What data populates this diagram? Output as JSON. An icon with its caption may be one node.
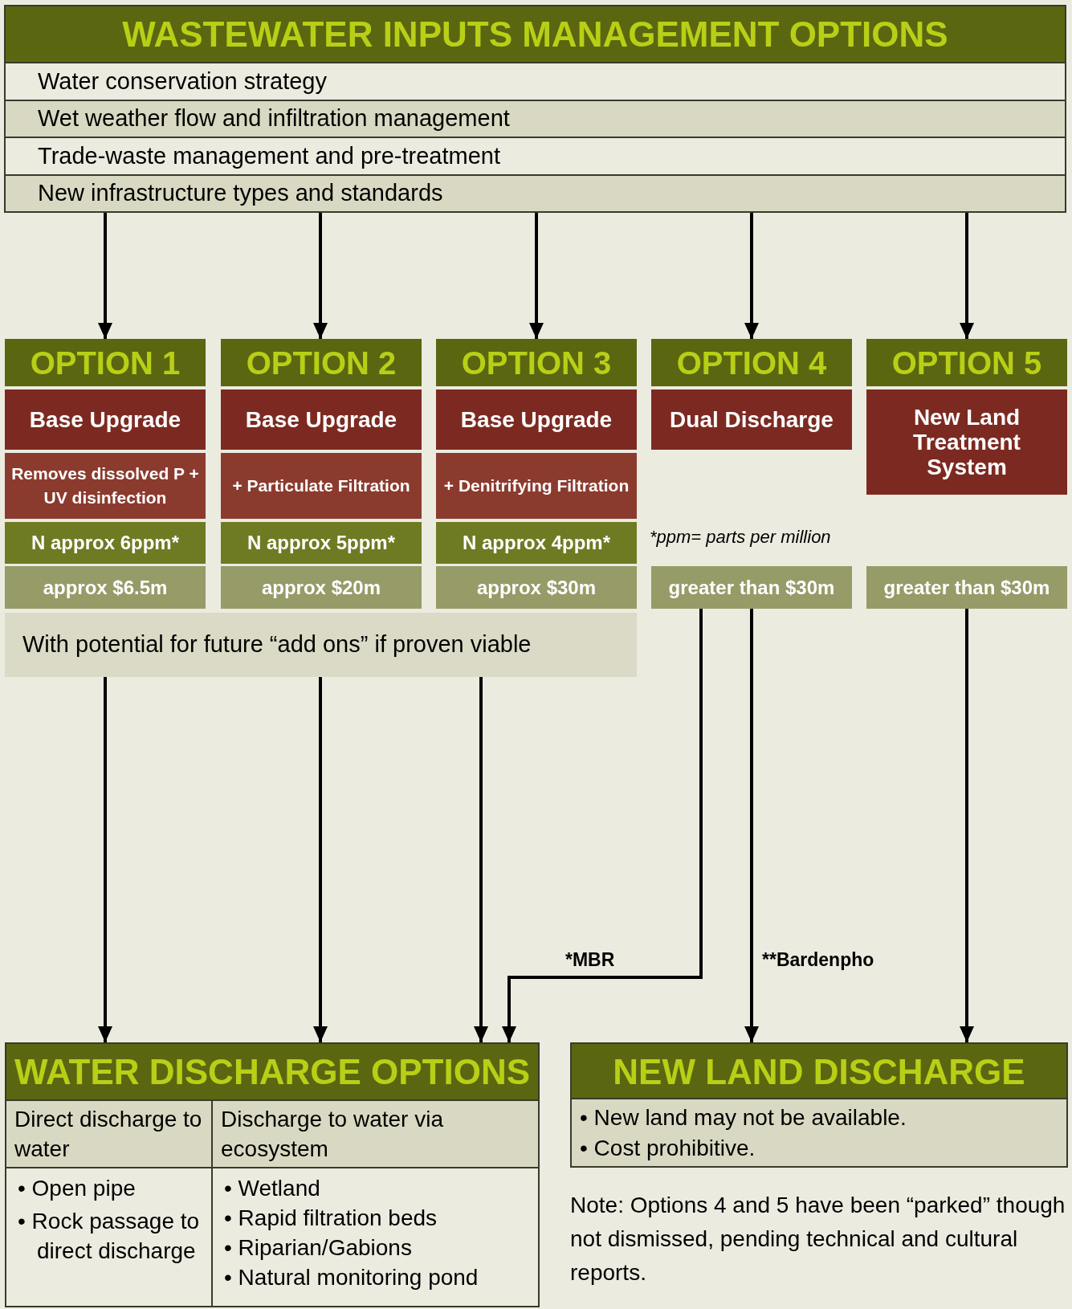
{
  "diagram": {
    "nodes": [
      {
        "text": [
          "WASTEWATER INPUTS MANAGEMENT OPTIONS"
        ]
      },
      {
        "text": [
          "Water conservation strategy"
        ],
        "in": 0
      },
      {
        "text": [
          "Wet weather flow and infiltration management"
        ],
        "in": 0
      },
      {
        "text": [
          "Trade-waste management and pre-treatment"
        ],
        "in": 0
      },
      {
        "text": [
          "New infrastructure types and standards"
        ],
        "in": 0
      },
      {
        "text": [
          "OPTION 1",
          "Base Upgrade",
          "Removes dissolved P + UV disinfection",
          "N approx 6ppm*",
          "approx $6.5m"
        ]
      },
      {
        "text": [
          "OPTION 2",
          "Base Upgrade",
          "+ Particulate Filtration",
          "N approx 5ppm*",
          "approx $20m"
        ]
      },
      {
        "text": [
          "OPTION 3",
          "Base Upgrade",
          "+ Denitrifying Filtration",
          "N approx 4ppm*",
          "approx $30m"
        ]
      },
      {
        "text": [
          "OPTION 4",
          "Dual Discharge",
          "greater than $30m"
        ]
      },
      {
        "text": [
          "OPTION 5",
          "New Land Treatment System",
          "greater than $30m"
        ]
      },
      {
        "text": [
          "With potential for future “add ons” if proven viable"
        ]
      },
      {
        "text": [
          "WATER DISCHARGE OPTIONS"
        ]
      },
      {
        "text": [
          "Direct discharge to water"
        ],
        "in": 11
      },
      {
        "text": [
          "Discharge to water via ecosystem"
        ],
        "in": 11
      },
      {
        "text": [
          "• Open pipe",
          "• Rock passage to direct discharge"
        ],
        "in": 11
      },
      {
        "text": [
          "• Wetland",
          "• Rapid filtration beds",
          "• Riparian/Gabions",
          "• Natural monitoring pond"
        ],
        "in": 11
      },
      {
        "text": [
          "NEW LAND DISCHARGE",
          "• New land may not be available.",
          "• Cost prohibitive."
        ]
      }
    ],
    "edges": [
      {
        "from": 0,
        "to": 5,
        "arrow": "to"
      },
      {
        "from": 0,
        "to": 6,
        "arrow": "to"
      },
      {
        "from": 0,
        "to": 7,
        "arrow": "to"
      },
      {
        "from": 0,
        "to": 8,
        "arrow": "to"
      },
      {
        "from": 0,
        "to": 9,
        "arrow": "to"
      },
      {
        "from": 10,
        "to": 11,
        "arrow": "to"
      },
      {
        "from": 10,
        "to": 11,
        "arrow": "to"
      },
      {
        "from": 10,
        "to": 11,
        "arrow": "to"
      },
      {
        "from": 8,
        "to": 11,
        "arrow": "to",
        "label": "*MBR"
      },
      {
        "from": 8,
        "to": 16,
        "arrow": "to",
        "label": "**Bardenpho"
      },
      {
        "from": 9,
        "to": 16,
        "arrow": "to"
      }
    ],
    "labels": [
      "*ppm= parts per million",
      "Note: Options 4 and 5 have been “parked” though not dismissed, pending technical and cultural reports."
    ]
  }
}
